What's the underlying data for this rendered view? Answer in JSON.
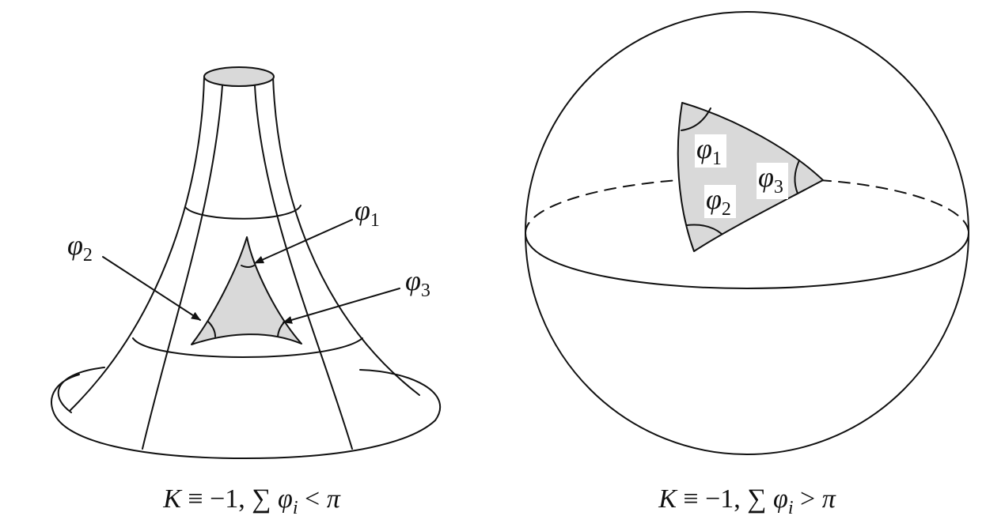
{
  "left_figure": {
    "angle_labels": [
      {
        "symbol": "φ",
        "index": "1"
      },
      {
        "symbol": "φ",
        "index": "2"
      },
      {
        "symbol": "φ",
        "index": "3"
      }
    ],
    "caption": {
      "k_symbol": "K",
      "relation": " ≡ −1, ",
      "sum_symbol": "∑",
      "phi": " φ",
      "phi_index": "i",
      "comparison": " < ",
      "pi": "π"
    }
  },
  "right_figure": {
    "angle_labels": [
      {
        "symbol": "φ",
        "index": "1"
      },
      {
        "symbol": "φ",
        "index": "2"
      },
      {
        "symbol": "φ",
        "index": "3"
      }
    ],
    "caption": {
      "k_symbol": "K",
      "relation": " ≡ −1, ",
      "sum_symbol": "∑",
      "phi": " φ",
      "phi_index": "i",
      "comparison": " > ",
      "pi": "π"
    }
  },
  "colors": {
    "stroke": "#111111",
    "triangle_fill": "#d9d9d9",
    "background": "#ffffff"
  }
}
